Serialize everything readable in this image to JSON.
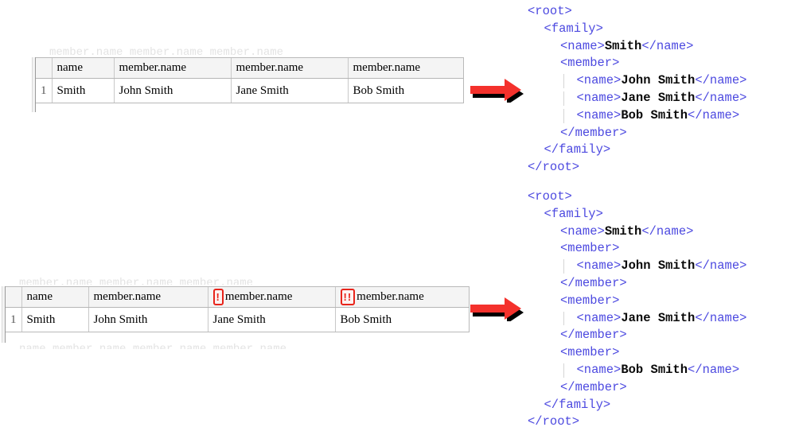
{
  "tables": [
    {
      "id": "grid-top",
      "row_number": "1",
      "columns": [
        {
          "label": "name",
          "errors": ""
        },
        {
          "label": "member.name",
          "errors": ""
        },
        {
          "label": "member.name",
          "errors": ""
        },
        {
          "label": "member.name",
          "errors": ""
        }
      ],
      "row": [
        "Smith",
        "John Smith",
        "Jane Smith",
        "Bob Smith"
      ],
      "ghost_above": "member.name    member.name    member.name",
      "ghost_below": ""
    },
    {
      "id": "grid-bottom",
      "row_number": "1",
      "columns": [
        {
          "label": "name",
          "errors": ""
        },
        {
          "label": "member.name",
          "errors": ""
        },
        {
          "label": "member.name",
          "errors": "!"
        },
        {
          "label": "member.name",
          "errors": "!!"
        }
      ],
      "row": [
        "Smith",
        "John Smith",
        "Jane Smith",
        "Bob Smith"
      ],
      "ghost_above": "member.name    member.name    member.name",
      "ghost_below": "name  member.name   member.name   member.name"
    }
  ],
  "arrows": [
    {
      "name": "arrow-top",
      "color": "#f4312c",
      "shadow": "#000000"
    },
    {
      "name": "arrow-bottom",
      "color": "#f4312c",
      "shadow": "#000000"
    }
  ],
  "xml_blocks": [
    {
      "id": "xml-top",
      "lines": [
        {
          "indent": 0,
          "guide": false,
          "parts": [
            {
              "t": "tag",
              "s": "<root>"
            }
          ]
        },
        {
          "indent": 1,
          "guide": false,
          "parts": [
            {
              "t": "tag",
              "s": "<family>"
            }
          ]
        },
        {
          "indent": 2,
          "guide": false,
          "parts": [
            {
              "t": "tag",
              "s": "<name>"
            },
            {
              "t": "val",
              "s": "Smith"
            },
            {
              "t": "tag",
              "s": "</name>"
            }
          ]
        },
        {
          "indent": 2,
          "guide": false,
          "parts": [
            {
              "t": "tag",
              "s": "<member>"
            }
          ]
        },
        {
          "indent": 3,
          "guide": true,
          "parts": [
            {
              "t": "tag",
              "s": "<name>"
            },
            {
              "t": "val",
              "s": "John Smith"
            },
            {
              "t": "tag",
              "s": "</name>"
            }
          ]
        },
        {
          "indent": 3,
          "guide": true,
          "parts": [
            {
              "t": "tag",
              "s": "<name>"
            },
            {
              "t": "val",
              "s": "Jane Smith"
            },
            {
              "t": "tag",
              "s": "</name>"
            }
          ]
        },
        {
          "indent": 3,
          "guide": true,
          "parts": [
            {
              "t": "tag",
              "s": "<name>"
            },
            {
              "t": "val",
              "s": "Bob Smith"
            },
            {
              "t": "tag",
              "s": "</name>"
            }
          ]
        },
        {
          "indent": 2,
          "guide": false,
          "parts": [
            {
              "t": "tag",
              "s": "</member>"
            }
          ]
        },
        {
          "indent": 1,
          "guide": false,
          "parts": [
            {
              "t": "tag",
              "s": "</family>"
            }
          ]
        },
        {
          "indent": 0,
          "guide": false,
          "parts": [
            {
              "t": "tag",
              "s": "</root>"
            }
          ]
        }
      ]
    },
    {
      "id": "xml-bottom",
      "lines": [
        {
          "indent": 0,
          "guide": false,
          "parts": [
            {
              "t": "tag",
              "s": "<root>"
            }
          ]
        },
        {
          "indent": 1,
          "guide": false,
          "parts": [
            {
              "t": "tag",
              "s": "<family>"
            }
          ]
        },
        {
          "indent": 2,
          "guide": false,
          "parts": [
            {
              "t": "tag",
              "s": "<name>"
            },
            {
              "t": "val",
              "s": "Smith"
            },
            {
              "t": "tag",
              "s": "</name>"
            }
          ]
        },
        {
          "indent": 2,
          "guide": false,
          "parts": [
            {
              "t": "tag",
              "s": "<member>"
            }
          ]
        },
        {
          "indent": 3,
          "guide": true,
          "parts": [
            {
              "t": "tag",
              "s": "<name>"
            },
            {
              "t": "val",
              "s": "John Smith"
            },
            {
              "t": "tag",
              "s": "</name>"
            }
          ]
        },
        {
          "indent": 2,
          "guide": false,
          "parts": [
            {
              "t": "tag",
              "s": "</member>"
            }
          ]
        },
        {
          "indent": 2,
          "guide": false,
          "parts": [
            {
              "t": "tag",
              "s": "<member>"
            }
          ]
        },
        {
          "indent": 3,
          "guide": true,
          "parts": [
            {
              "t": "tag",
              "s": "<name>"
            },
            {
              "t": "val",
              "s": "Jane Smith"
            },
            {
              "t": "tag",
              "s": "</name>"
            }
          ]
        },
        {
          "indent": 2,
          "guide": false,
          "parts": [
            {
              "t": "tag",
              "s": "</member>"
            }
          ]
        },
        {
          "indent": 2,
          "guide": false,
          "parts": [
            {
              "t": "tag",
              "s": "<member>"
            }
          ]
        },
        {
          "indent": 3,
          "guide": true,
          "parts": [
            {
              "t": "tag",
              "s": "<name>"
            },
            {
              "t": "val",
              "s": "Bob Smith"
            },
            {
              "t": "tag",
              "s": "</name>"
            }
          ]
        },
        {
          "indent": 2,
          "guide": false,
          "parts": [
            {
              "t": "tag",
              "s": "</member>"
            }
          ]
        },
        {
          "indent": 1,
          "guide": false,
          "parts": [
            {
              "t": "tag",
              "s": "</family>"
            }
          ]
        },
        {
          "indent": 0,
          "guide": false,
          "parts": [
            {
              "t": "tag",
              "s": "</root>"
            }
          ]
        }
      ]
    }
  ]
}
